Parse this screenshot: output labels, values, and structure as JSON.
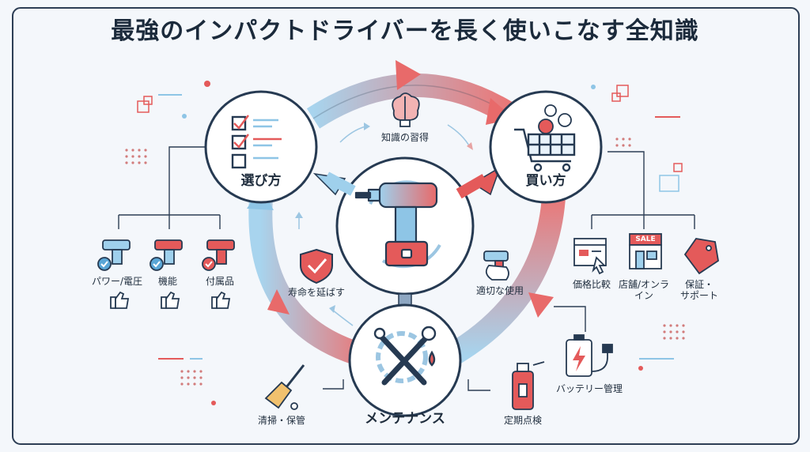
{
  "title": "最強のインパクトドライバーを長く使いこなす全知識",
  "nodes": {
    "choose": "選び方",
    "buy": "買い方",
    "maintain": "メンテナンス"
  },
  "inner_labels": {
    "knowledge": "知識の習得",
    "proper_use": "適切な使用",
    "extend_life": "寿命を延ばす"
  },
  "choose_items": [
    "パワー/電圧",
    "機能",
    "付属品"
  ],
  "buy_items": {
    "compare": "価格比較",
    "store_line1": "店舗/オンラ",
    "store_line2": "イン",
    "warranty_line1": "保証・",
    "warranty_line2": "サポート",
    "sale_tag": "SALE"
  },
  "maintain_items": {
    "clean": "清掃・保管",
    "battery": "バッテリー管理",
    "inspect": "定期点検"
  },
  "colors": {
    "blue": "#8ec5e6",
    "blue_dark": "#2d4a6b",
    "red": "#e45a5a",
    "navy": "#263a52"
  }
}
